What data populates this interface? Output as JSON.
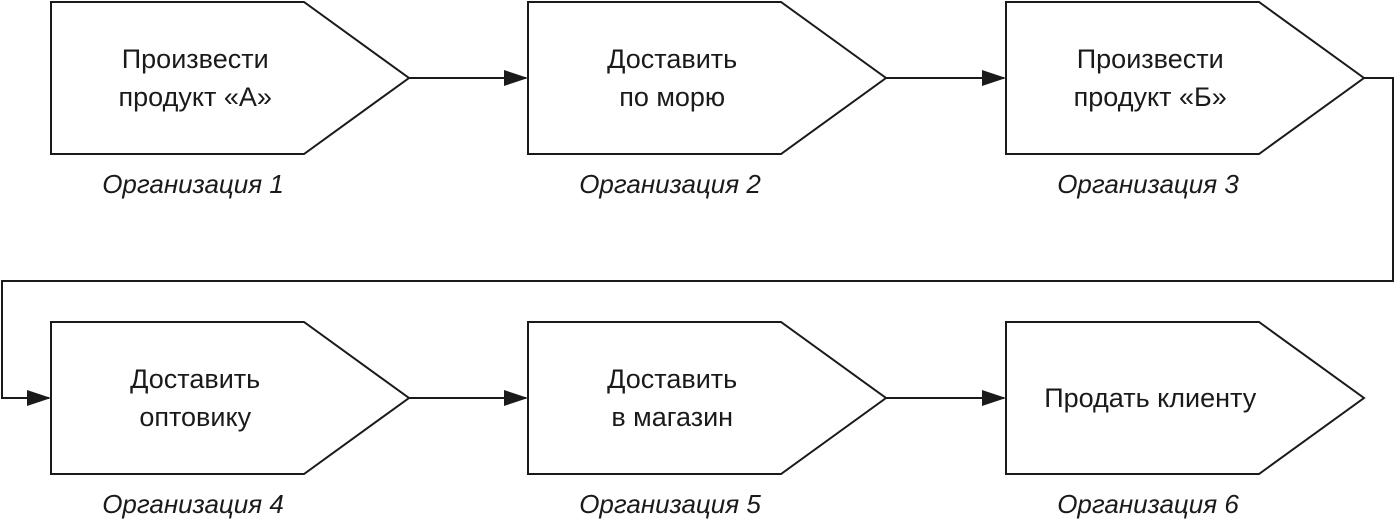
{
  "steps": [
    {
      "lines": [
        "Произвести",
        "продукт «А»"
      ],
      "organization": "Организация 1"
    },
    {
      "lines": [
        "Доставить",
        "по морю"
      ],
      "organization": "Организация 2"
    },
    {
      "lines": [
        "Произвести",
        "продукт «Б»"
      ],
      "organization": "Организация 3"
    },
    {
      "lines": [
        "Доставить",
        "оптовику"
      ],
      "organization": "Организация 4"
    },
    {
      "lines": [
        "Доставить",
        "в магазин"
      ],
      "organization": "Организация 5"
    },
    {
      "lines": [
        "Продать клиенту"
      ],
      "organization": "Организация 6"
    }
  ]
}
